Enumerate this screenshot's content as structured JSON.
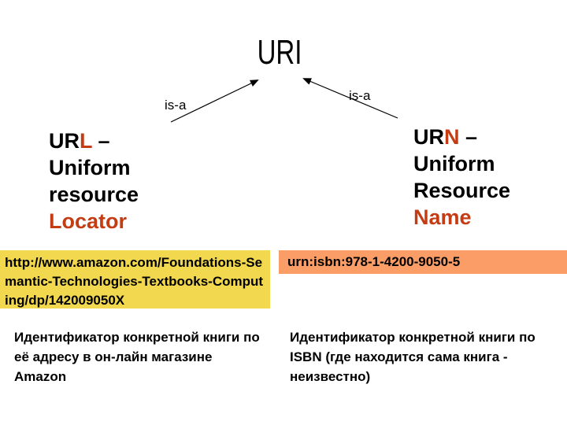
{
  "title": "URI",
  "edges": {
    "left_label": "is-a",
    "right_label": "is-a"
  },
  "url_term": {
    "prefix": "UR",
    "accent_letter": "L",
    "dash": " –",
    "word2": "Uniform",
    "word3": "resource",
    "word4": "Locator"
  },
  "urn_term": {
    "prefix": "UR",
    "accent_letter": "N",
    "dash": " –",
    "word2": "Uniform",
    "word3": "Resource",
    "word4": "Name"
  },
  "url_example": {
    "text": "http://www.amazon.com/Foundations-Semantic-Technologies-Textbooks-Computing/dp/142009050X"
  },
  "urn_example": {
    "text": "urn:isbn:978-1-4200-9050-5"
  },
  "captions": {
    "url": "Идентификатор конкретной книги по её адресу в он-лайн магазине Amazon",
    "urn": "Идентификатор конкретной книги по ISBN (где находится сама книга - неизвестно)"
  },
  "colors": {
    "accent": "#C43C14",
    "url_box_bg": "#F2D84E",
    "urn_box_bg": "#FB9D66",
    "text": "#000000",
    "arrow": "#000000"
  }
}
